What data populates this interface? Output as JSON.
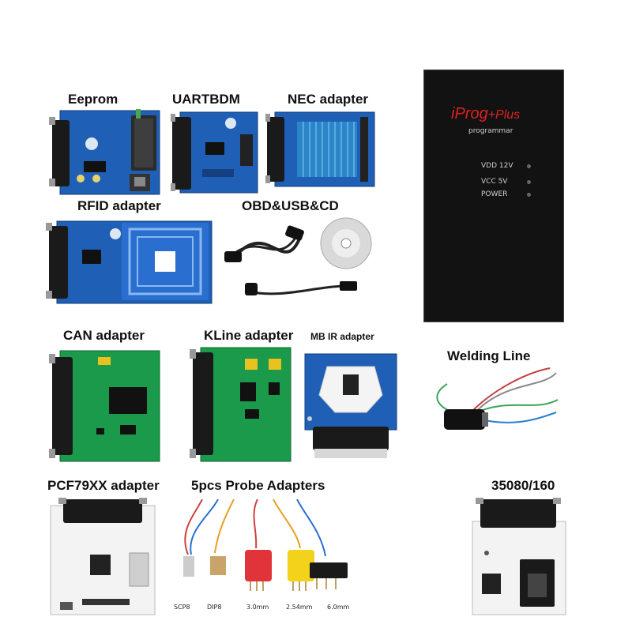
{
  "labels": {
    "eeprom": "Eeprom",
    "uartbdm": "UARTBDM",
    "nec": "NEC adapter",
    "rfid": "RFID adapter",
    "obd": "OBD&USB&CD",
    "can": "CAN adapter",
    "kline": "KLine adapter",
    "mbir": "MB IR adapter",
    "welding": "Welding Line",
    "pcf": "PCF79XX adapter",
    "probes": "5pcs Probe Adapters",
    "eep35080": "35080/160"
  },
  "programmer": {
    "brand_main": "iProg",
    "brand_plus": "+Plus",
    "subtitle": "programmar",
    "leds": [
      "VDD 12V",
      "VCC 5V",
      "POWER"
    ]
  },
  "probe_labels": [
    "SCP8",
    "DIP8",
    "3.0mm",
    "2.54mm",
    "6.0mm"
  ],
  "colors": {
    "blue_board": "#1f5fb5",
    "green_board": "#1a9a4a",
    "programmer_body": "#121212",
    "brand_red": "#e02020",
    "probe_red": "#e0343a",
    "probe_yellow": "#f2d21a"
  }
}
